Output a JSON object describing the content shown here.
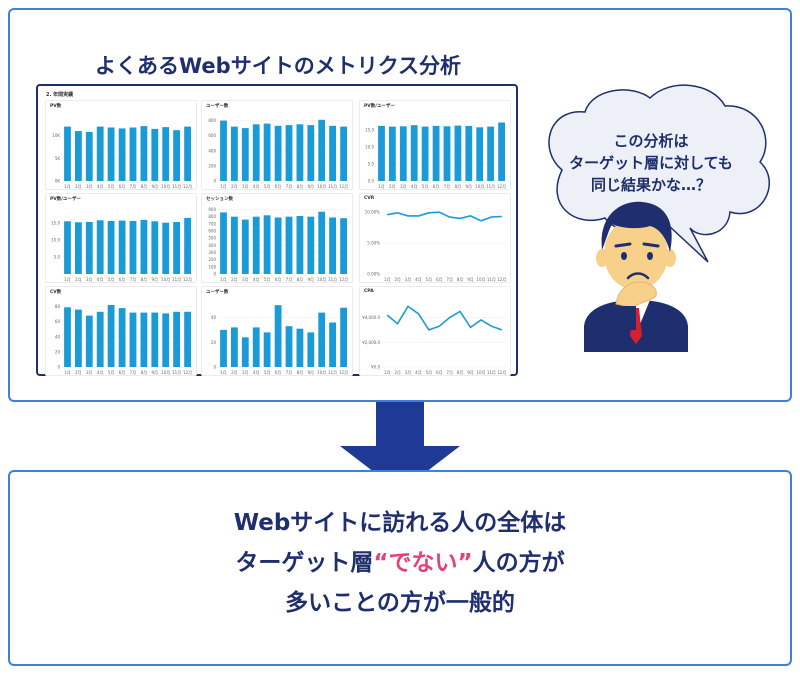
{
  "top_title": "よくあるWebサイトのメトリクス分析",
  "dashboard": {
    "heading": "2. 年間実績",
    "panels": [
      {
        "title": "PV数",
        "type": "bar",
        "ylim": [
          0,
          15000
        ],
        "yticks": [
          "0K",
          "5K",
          "10K"
        ],
        "ytick_values": [
          0,
          5000,
          10000
        ],
        "values": [
          12000,
          11000,
          10800,
          12000,
          11800,
          11600,
          11800,
          12100,
          11500,
          11900,
          11200,
          12000
        ]
      },
      {
        "title": "ユーザー数",
        "type": "bar",
        "ylim": [
          0,
          900
        ],
        "yticks": [
          "0",
          "200",
          "400",
          "600",
          "800"
        ],
        "ytick_values": [
          0,
          200,
          400,
          600,
          800
        ],
        "values": [
          800,
          720,
          700,
          750,
          760,
          730,
          740,
          750,
          740,
          810,
          730,
          720
        ]
      },
      {
        "title": "PV数/ユーザー",
        "type": "bar",
        "ylim": [
          0,
          20
        ],
        "yticks": [
          "0.0",
          "5.0",
          "10.0",
          "15.0"
        ],
        "ytick_values": [
          0,
          5,
          10,
          15
        ],
        "values": [
          16.2,
          16.0,
          16.1,
          16.4,
          16.0,
          16.2,
          16.1,
          16.3,
          16.2,
          15.8,
          16.0,
          17.2
        ]
      },
      {
        "title": "PV数/ユーザー",
        "type": "bar",
        "ylim": [
          0,
          20
        ],
        "yticks": [
          "5.0",
          "10.0",
          "15.0"
        ],
        "ytick_values": [
          5,
          10,
          15
        ],
        "values": [
          15.5,
          15.2,
          15.3,
          15.8,
          15.6,
          15.7,
          15.6,
          15.9,
          15.5,
          15.1,
          15.3,
          16.5
        ]
      },
      {
        "title": "セッション数",
        "type": "bar",
        "ylim": [
          0,
          950
        ],
        "yticks": [
          "0",
          "100",
          "200",
          "300",
          "400",
          "500",
          "600",
          "700",
          "800",
          "900"
        ],
        "ytick_values": [
          0,
          100,
          200,
          300,
          400,
          500,
          600,
          700,
          800,
          900
        ],
        "values": [
          860,
          800,
          760,
          800,
          820,
          790,
          800,
          810,
          800,
          870,
          790,
          780
        ]
      },
      {
        "title": "CVR",
        "type": "line",
        "ylim": [
          0,
          11
        ],
        "yticks": [
          "0.00%",
          "5.00%",
          "10.00%"
        ],
        "ytick_values": [
          0,
          5,
          10
        ],
        "values": [
          9.6,
          9.9,
          9.4,
          9.4,
          9.9,
          10.0,
          9.2,
          9.0,
          9.4,
          8.6,
          9.2,
          9.3
        ]
      },
      {
        "title": "CV数",
        "type": "bar",
        "ylim": [
          0,
          90
        ],
        "yticks": [
          "0",
          "20",
          "40",
          "60",
          "80"
        ],
        "ytick_values": [
          0,
          20,
          40,
          60,
          80
        ],
        "values": [
          79,
          76,
          68,
          73,
          82,
          78,
          72,
          72,
          72,
          71,
          73,
          73
        ]
      },
      {
        "title": "ユーザー数",
        "type": "bar",
        "ylim": [
          0,
          55
        ],
        "yticks": [
          "0",
          "20",
          "40"
        ],
        "ytick_values": [
          0,
          20,
          40
        ],
        "values": [
          30,
          32,
          24,
          32,
          28,
          50,
          33,
          31,
          28,
          44,
          36,
          48
        ]
      },
      {
        "title": "CPA",
        "type": "line",
        "ylim": [
          0,
          5500
        ],
        "yticks": [
          "¥0.0",
          "¥2,000.0",
          "¥4,000.0"
        ],
        "ytick_values": [
          0,
          2000,
          4000
        ],
        "values": [
          4200,
          3500,
          4900,
          4300,
          3000,
          3300,
          4000,
          4500,
          3200,
          3800,
          3300,
          3000
        ]
      }
    ],
    "months": [
      "1月",
      "2月",
      "3月",
      "4月",
      "5月",
      "6月",
      "7月",
      "8月",
      "9月",
      "10月",
      "11月",
      "12月"
    ]
  },
  "bubble": {
    "lines": [
      "この分析は",
      "ターゲット層に対しても",
      "同じ結果かな…？"
    ]
  },
  "conclusion": {
    "line1": "Webサイトに訪れる人の全体は",
    "line2_before": "ターゲット層",
    "line2_accent": "“でない”",
    "line2_after": "人の方が",
    "line3": "多いことの方が一般的"
  },
  "colors": {
    "navy": "#1f2e6e",
    "frame_blue": "#3f7fe0",
    "bar_blue": "#1a9bd7",
    "accent_pink": "#e0427c",
    "bubble_fill": "#edf1f7"
  }
}
